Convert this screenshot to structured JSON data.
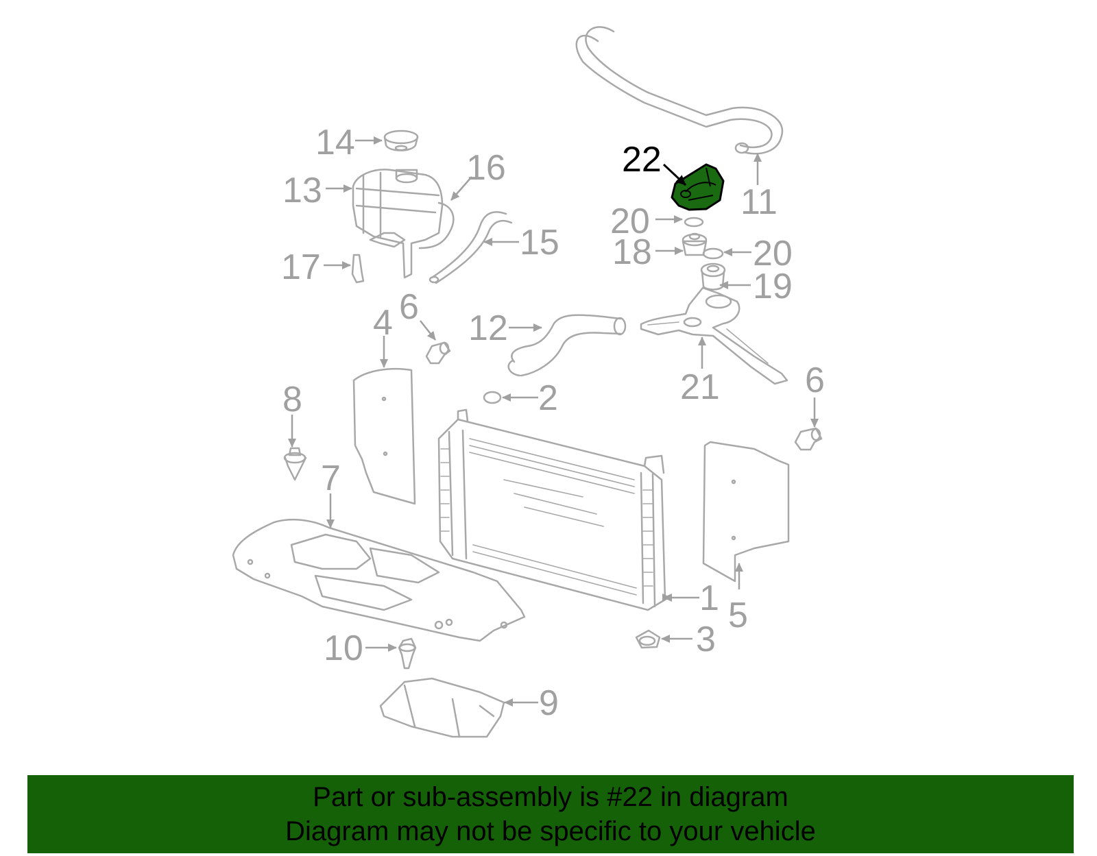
{
  "diagram": {
    "highlight_color": "#156108",
    "highlighted_part": "22",
    "callouts": [
      {
        "id": "c1",
        "label": "1"
      },
      {
        "id": "c2",
        "label": "2"
      },
      {
        "id": "c3",
        "label": "3"
      },
      {
        "id": "c4",
        "label": "4"
      },
      {
        "id": "c5",
        "label": "5"
      },
      {
        "id": "c6a",
        "label": "6"
      },
      {
        "id": "c6b",
        "label": "6"
      },
      {
        "id": "c7",
        "label": "7"
      },
      {
        "id": "c8",
        "label": "8"
      },
      {
        "id": "c9",
        "label": "9"
      },
      {
        "id": "c10",
        "label": "10"
      },
      {
        "id": "c11",
        "label": "11"
      },
      {
        "id": "c12",
        "label": "12"
      },
      {
        "id": "c13",
        "label": "13"
      },
      {
        "id": "c14",
        "label": "14"
      },
      {
        "id": "c15",
        "label": "15"
      },
      {
        "id": "c16",
        "label": "16"
      },
      {
        "id": "c17",
        "label": "17"
      },
      {
        "id": "c18",
        "label": "18"
      },
      {
        "id": "c19",
        "label": "19"
      },
      {
        "id": "c20a",
        "label": "20"
      },
      {
        "id": "c20b",
        "label": "20"
      },
      {
        "id": "c21",
        "label": "21"
      },
      {
        "id": "c22",
        "label": "22"
      }
    ]
  },
  "banner": {
    "line1": "Part or sub-assembly is #22 in diagram",
    "line2": "Diagram may not be specific to your vehicle",
    "background": "#156108"
  }
}
